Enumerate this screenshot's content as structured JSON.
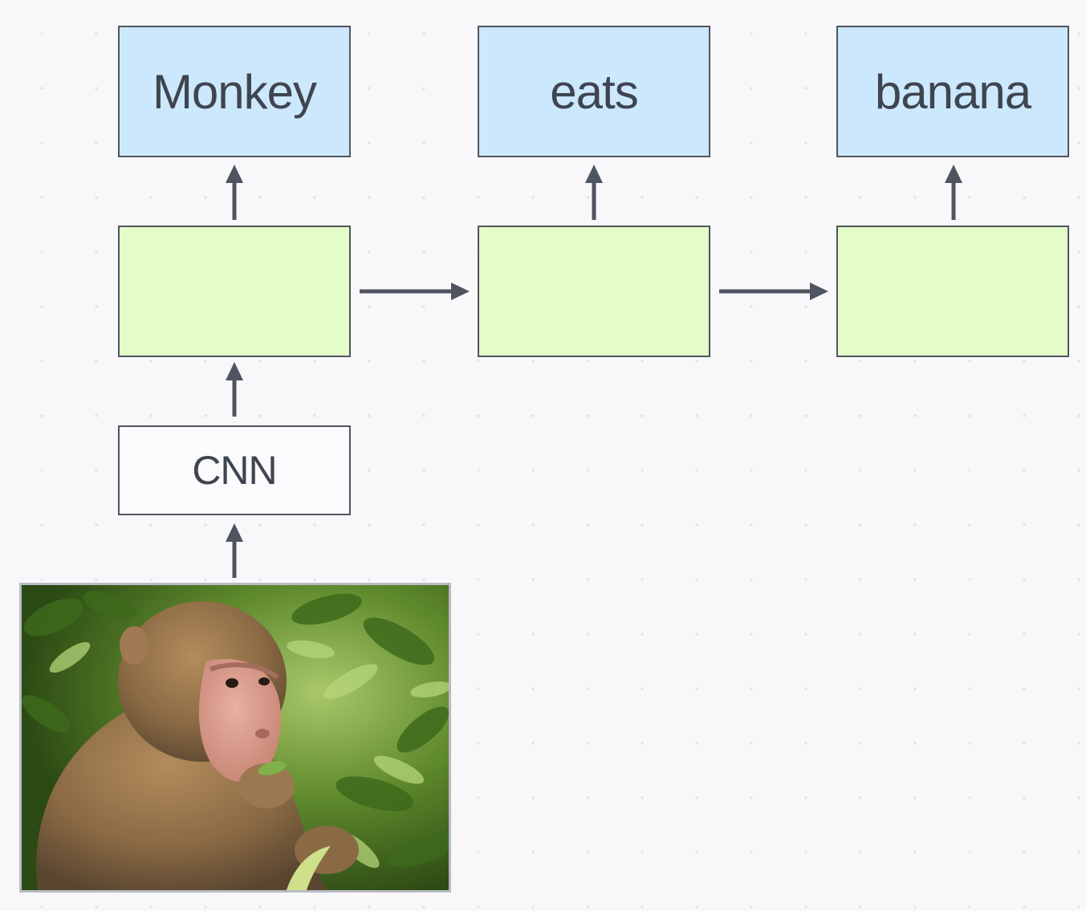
{
  "diagram": {
    "output_words": [
      "Monkey",
      "eats",
      "banana"
    ],
    "encoder_label": "CNN",
    "rnn_cell_count": 3,
    "colors": {
      "word_fill": "#cce8fd",
      "rnn_fill": "#e4fcc8",
      "encoder_fill": "#fbfbfd",
      "stroke": "#4f5560",
      "text": "#3f4550"
    },
    "image": {
      "subject": "monkey-eating-photo"
    }
  }
}
